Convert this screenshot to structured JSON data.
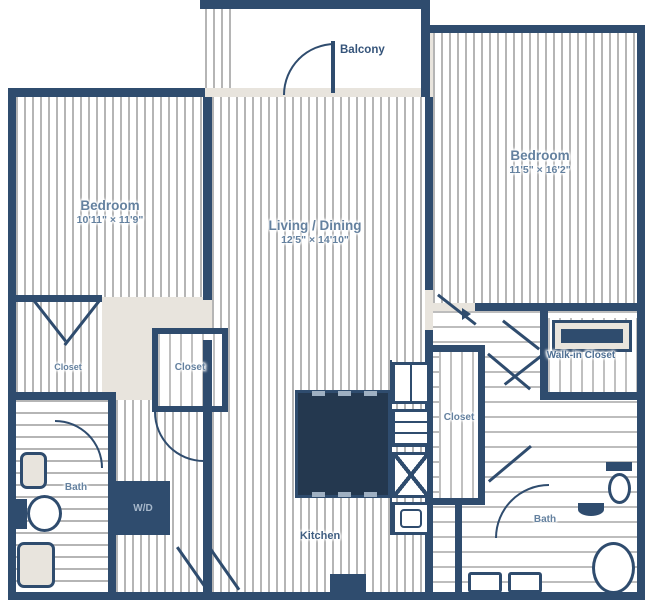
{
  "plan": {
    "rooms": {
      "bedroom_left": {
        "label": "Bedroom",
        "dims": "10'11\" × 11'9\""
      },
      "living_dining": {
        "label": "Living / Dining",
        "dims": "12'5\" × 14'10\""
      },
      "bedroom_right": {
        "label": "Bedroom",
        "dims": "11'5\" × 16'2\""
      },
      "balcony": {
        "label": "Balcony"
      },
      "kitchen": {
        "label": "Kitchen"
      },
      "bath_left": {
        "label": "Bath"
      },
      "bath_right": {
        "label": "Bath"
      },
      "closet_left": {
        "label": "Closet"
      },
      "closet_center": {
        "label": "Closet"
      },
      "closet_kitchen": {
        "label": "Closet"
      },
      "walk_in_closet": {
        "label": "Walk-in Closet"
      },
      "laundry": {
        "label": "W/D"
      }
    },
    "colors": {
      "wall": "#2f4c6e",
      "hatch": "#b5b5b5",
      "margin": "#e8e4dd",
      "label": "#64819f"
    }
  }
}
